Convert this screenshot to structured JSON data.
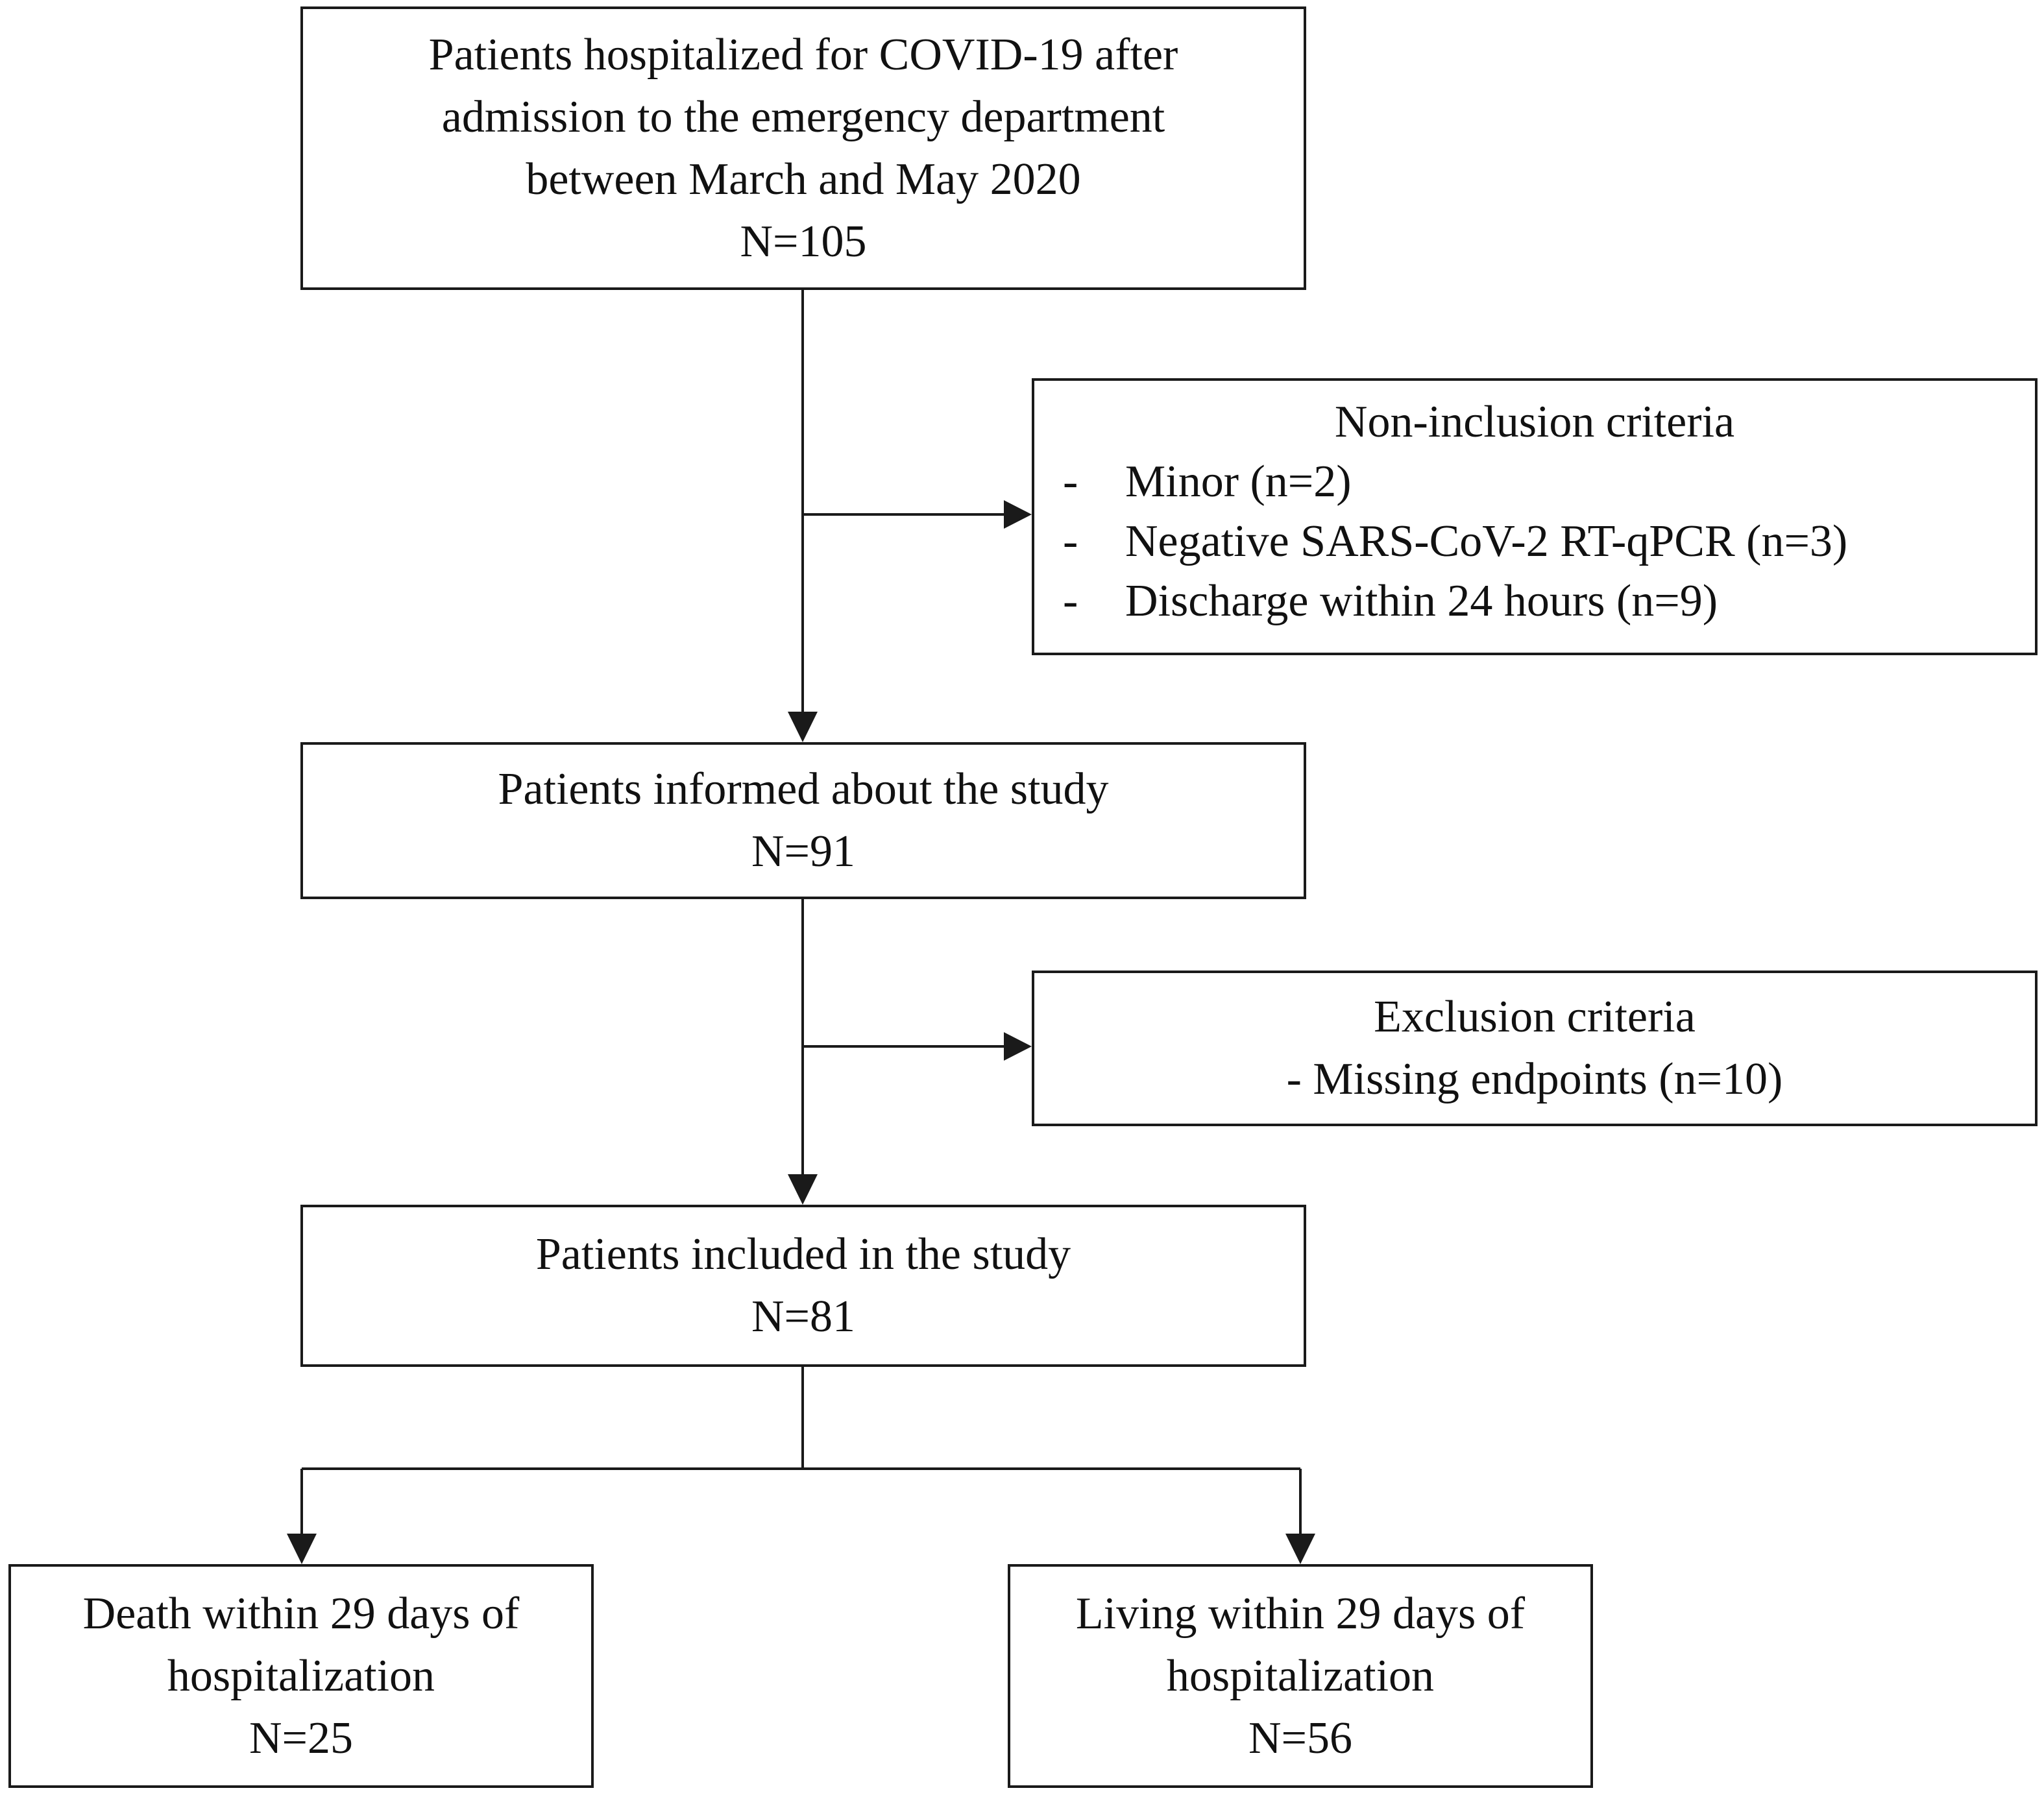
{
  "boxes": {
    "hospitalized": {
      "lines": [
        "Patients hospitalized for COVID-19 after",
        "admission to the emergency department",
        "between March and May 2020",
        "N=105"
      ]
    },
    "non_inclusion": {
      "title": "Non-inclusion criteria",
      "items": [
        {
          "dash": "-",
          "text": "Minor (n=2)"
        },
        {
          "dash": "-",
          "text": "Negative SARS-CoV-2 RT-qPCR (n=3)"
        },
        {
          "dash": "-",
          "text": "Discharge within 24 hours (n=9)"
        }
      ]
    },
    "informed": {
      "lines": [
        "Patients informed about the study",
        "N=91"
      ]
    },
    "exclusion": {
      "title": "Exclusion criteria",
      "item": "- Missing endpoints (n=10)"
    },
    "included": {
      "lines": [
        "Patients included in the study",
        "N=81"
      ]
    },
    "death": {
      "lines": [
        "Death within 29 days of",
        "hospitalization",
        "N=25"
      ]
    },
    "living": {
      "lines": [
        "Living within 29 days of",
        "hospitalization",
        "N=56"
      ]
    }
  }
}
